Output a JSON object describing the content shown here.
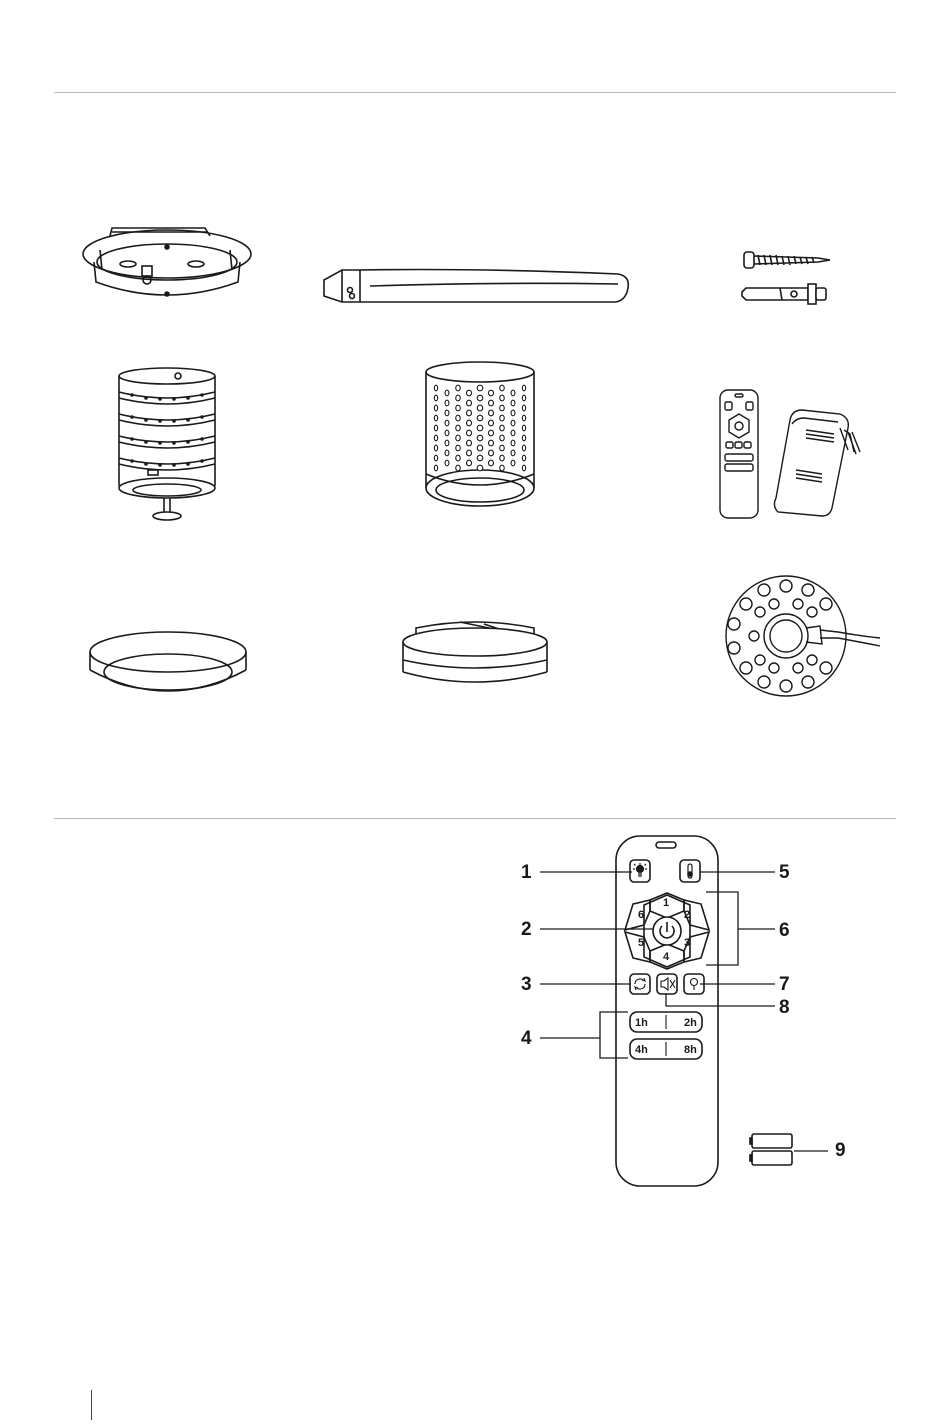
{
  "remote": {
    "speed_buttons": [
      "1",
      "2",
      "3",
      "4",
      "5",
      "6"
    ],
    "timer_buttons": [
      {
        "left": "1h",
        "right": "2h"
      },
      {
        "left": "4h",
        "right": "8h"
      }
    ],
    "callouts": [
      "1",
      "2",
      "3",
      "4",
      "5",
      "6",
      "7",
      "8",
      "9"
    ]
  },
  "colors": {
    "line": "#1a1a1a",
    "rule": "#b8b8b8"
  },
  "icons": {
    "light": "bulb-icon",
    "color_temp": "color-temperature-icon",
    "power": "power-icon",
    "reverse": "reverse-icon",
    "mute": "mute-icon",
    "nature_wind": "natural-wind-icon"
  }
}
